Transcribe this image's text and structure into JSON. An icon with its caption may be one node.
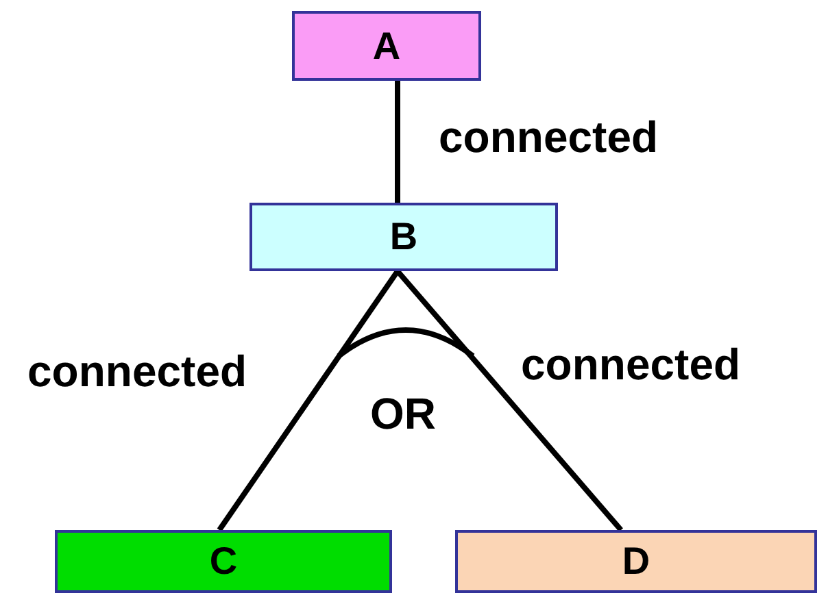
{
  "diagram": {
    "nodes": [
      {
        "text": [
          "A"
        ]
      },
      {
        "text": [
          "B"
        ]
      },
      {
        "text": [
          "C"
        ]
      },
      {
        "text": [
          "D"
        ]
      }
    ],
    "edges": [
      {
        "from": 0,
        "to": 1,
        "arrow": "none",
        "label": "connected"
      },
      {
        "from": 1,
        "to": 2,
        "arrow": "none",
        "label": "connected"
      },
      {
        "from": 1,
        "to": 3,
        "arrow": "none",
        "label": "connected"
      }
    ],
    "labels": [
      "OR"
    ]
  }
}
